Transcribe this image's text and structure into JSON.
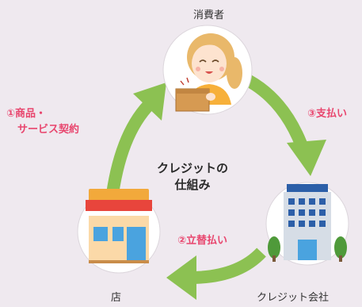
{
  "diagram": {
    "title_line1": "クレジットの",
    "title_line2": "仕組み",
    "nodes": {
      "consumer": "消費者",
      "store": "店",
      "credit_company": "クレジット会社"
    },
    "steps": {
      "step1_line1": "①商品・",
      "step1_line2": "サービス契約",
      "step2": "②立替払い",
      "step3": "③支払い"
    },
    "colors": {
      "background": "#efe9ef",
      "arrow": "#8cc152",
      "step_text": "#e8466e",
      "circle": "#ffffff"
    },
    "icons": {
      "consumer": "woman-holding-box-icon",
      "store": "storefront-icon",
      "credit_company": "office-building-icon"
    }
  }
}
